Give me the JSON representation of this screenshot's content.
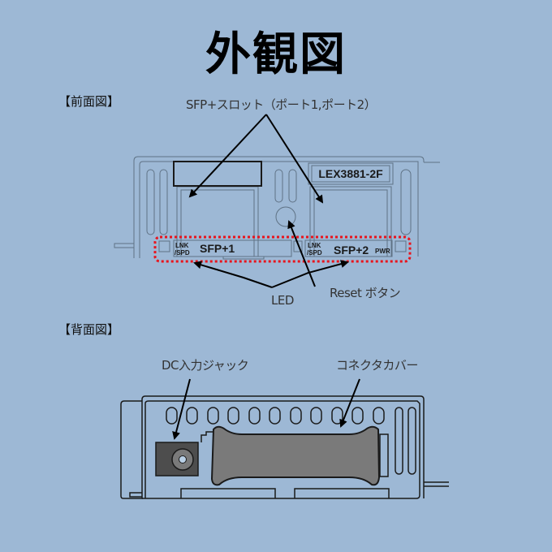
{
  "title": "外観図",
  "front_view": {
    "section_label": "【前面図】",
    "model_label": "LEX3881-2F",
    "callouts": {
      "sfp_slot": "SFP+スロット（ポート1,ポート2）",
      "led": "LED",
      "reset": "Reset ボタン"
    },
    "led_panel": {
      "port1_led_label_top": "LNK",
      "port1_led_label_bottom": "/SPD",
      "port1_label": "SFP+1",
      "port2_led_label_top": "LNK",
      "port2_led_label_bottom": "/SPD",
      "port2_label": "SFP+2",
      "power_label": "PWR"
    },
    "highlight_color": "#e8141c"
  },
  "rear_view": {
    "section_label": "【背面図】",
    "callouts": {
      "dc_jack": "DC入力ジャック",
      "connector_cover": "コネクタカバー"
    },
    "vent_count": 11
  },
  "colors": {
    "background": "#9db8d5",
    "line_light": "#5f7285",
    "line_dark": "#1a1a1a",
    "cover_fill": "#7a7a7a",
    "jack_fill": "#4d4d4d"
  }
}
